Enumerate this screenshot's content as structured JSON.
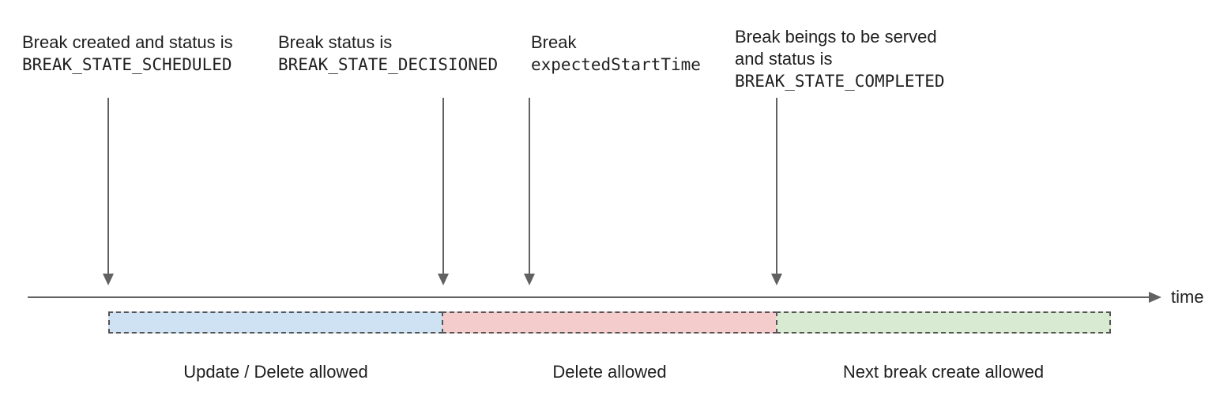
{
  "colors": {
    "segment_update_delete": "#cfe2f3",
    "segment_delete": "#f4cccc",
    "segment_next_break": "#d9ead3",
    "axis_gray": "#616161",
    "dash_border": "#545454",
    "text": "#1f1f1f"
  },
  "annotations": {
    "scheduled": {
      "line1": "Break created and status is",
      "code": "BREAK_STATE_SCHEDULED"
    },
    "decisioned": {
      "line1": "Break status is",
      "code": "BREAK_STATE_DECISIONED"
    },
    "expected_start": {
      "line1": "Break",
      "code": "expectedStartTime"
    },
    "completed": {
      "line1": "Break beings to be served",
      "line2": "and status is",
      "code": "BREAK_STATE_COMPLETED"
    }
  },
  "timeline": {
    "axis_label": "time"
  },
  "segments": {
    "update_delete": {
      "label": "Update / Delete allowed"
    },
    "delete": {
      "label": "Delete allowed"
    },
    "next_break": {
      "label": "Next break create allowed"
    }
  }
}
